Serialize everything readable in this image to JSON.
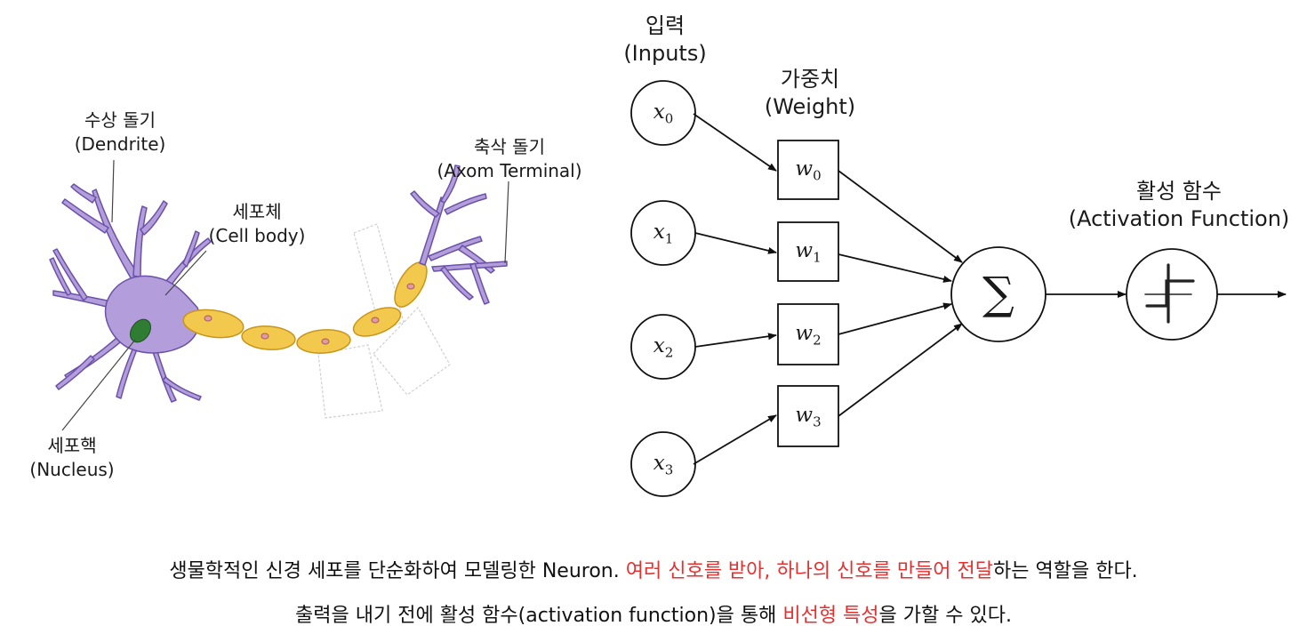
{
  "neuron": {
    "dendrite": {
      "ko": "수상 돌기",
      "en": "(Dendrite)"
    },
    "cell_body": {
      "ko": "세포체",
      "en": "(Cell body)"
    },
    "axon_terminal": {
      "ko": "축삭 돌기",
      "en": "(Axom Terminal)"
    },
    "nucleus": {
      "ko": "세포핵",
      "en": "(Nucleus)"
    },
    "colors": {
      "body": "#b39ddb",
      "body_stroke": "#6a52a8",
      "nucleus": "#2e7d32",
      "myelin": "#f2c94c",
      "myelin_stroke": "#c9951c"
    }
  },
  "perceptron": {
    "inputs_label": {
      "ko": "입력",
      "en": "(Inputs)"
    },
    "weights_label": {
      "ko": "가중치",
      "en": "(Weight)"
    },
    "activation_label": {
      "ko": "활성 함수",
      "en": "(Activation Function)"
    },
    "inputs": [
      {
        "var": "x",
        "sub": "0"
      },
      {
        "var": "x",
        "sub": "1"
      },
      {
        "var": "x",
        "sub": "2"
      },
      {
        "var": "x",
        "sub": "3"
      }
    ],
    "weights": [
      {
        "var": "w",
        "sub": "0"
      },
      {
        "var": "w",
        "sub": "1"
      },
      {
        "var": "w",
        "sub": "2"
      },
      {
        "var": "w",
        "sub": "3"
      }
    ],
    "sum_symbol": "∑"
  },
  "caption": {
    "line1_a": "생물학적인 신경 세포를 단순화하여 모델링한 Neuron. ",
    "line1_red": "여러 신호를 받아, 하나의 신호를 만들어 전달",
    "line1_b": "하는 역할을 한다.",
    "line2_a": "출력을 내기 전에 활성 함수(activation function)을 통해 ",
    "line2_red": "비선형 특성",
    "line2_b": "을 가할 수 있다.",
    "accent_color": "#e53030"
  }
}
